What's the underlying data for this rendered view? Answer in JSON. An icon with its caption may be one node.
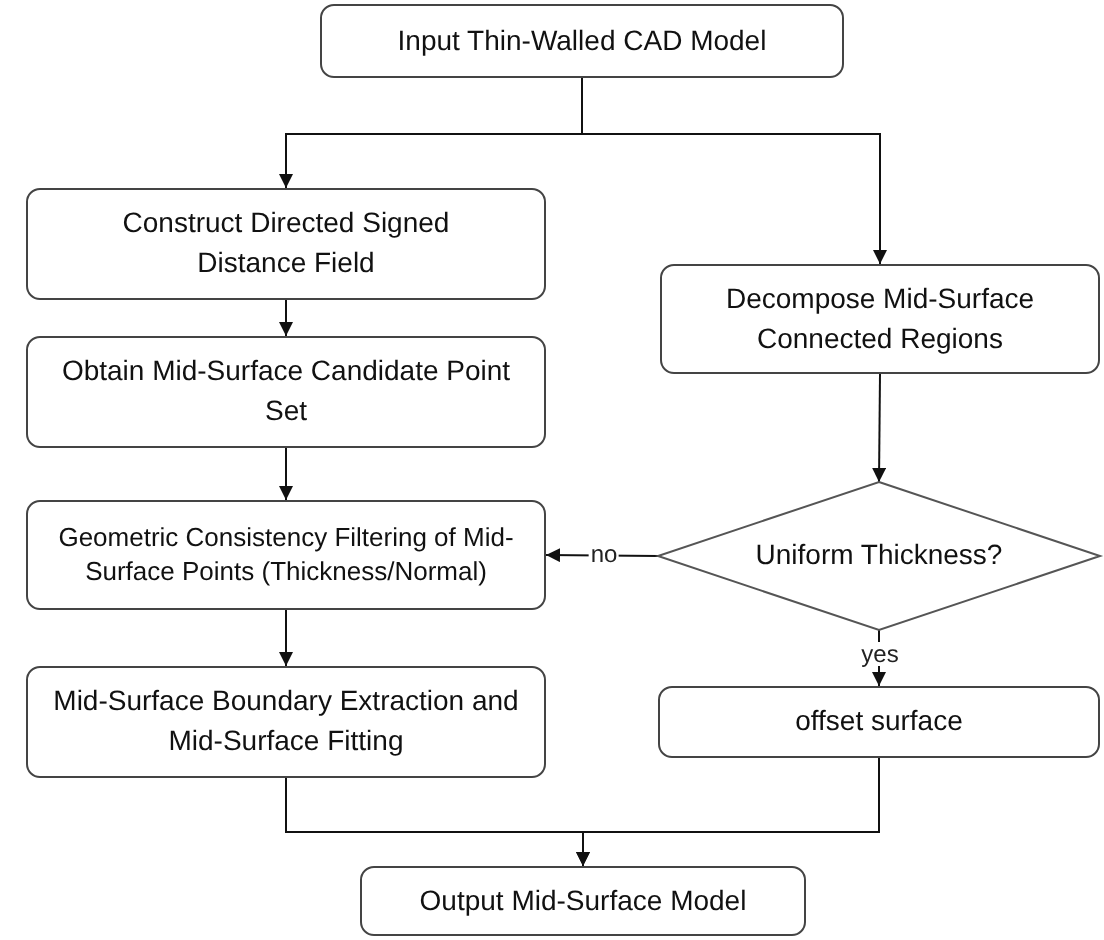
{
  "diagram": {
    "nodes": [
      {
        "text": [
          "Input Thin-Walled CAD Model"
        ]
      },
      {
        "text": [
          "Construct Directed Signed Distance Field"
        ]
      },
      {
        "text": [
          "Obtain Mid-Surface Candidate Point Set"
        ]
      },
      {
        "text": [
          "Geometric Consistency Filtering of Mid-Surface Points (Thickness/Normal)"
        ]
      },
      {
        "text": [
          "Mid-Surface Boundary Extraction and Mid-Surface Fitting"
        ]
      },
      {
        "text": [
          "Decompose Mid-Surface Connected Regions"
        ]
      },
      {
        "text": [
          "Uniform Thickness?"
        ]
      },
      {
        "text": [
          "offset surface"
        ]
      },
      {
        "text": [
          "Output Mid-Surface Model"
        ]
      }
    ],
    "edges": [
      {
        "from": 0,
        "to": 1,
        "arrow": "to"
      },
      {
        "from": 0,
        "to": 5,
        "arrow": "to"
      },
      {
        "from": 1,
        "to": 2,
        "arrow": "to"
      },
      {
        "from": 2,
        "to": 3,
        "arrow": "to"
      },
      {
        "from": 3,
        "to": 4,
        "arrow": "to"
      },
      {
        "from": 5,
        "to": 6,
        "arrow": "to"
      },
      {
        "from": 6,
        "to": 3,
        "arrow": "to",
        "label": "no"
      },
      {
        "from": 6,
        "to": 7,
        "arrow": "to",
        "label": "yes"
      },
      {
        "from": 4,
        "to": 8,
        "arrow": "to"
      },
      {
        "from": 7,
        "to": 8,
        "arrow": "to"
      }
    ]
  }
}
